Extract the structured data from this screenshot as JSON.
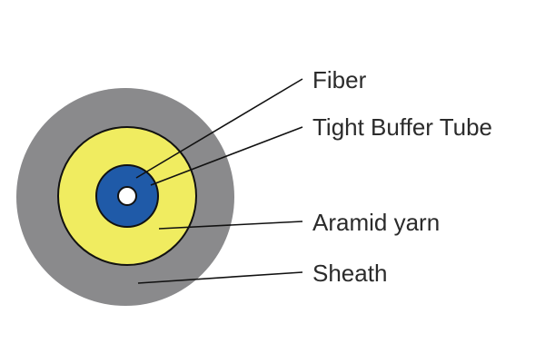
{
  "labels": {
    "fiber": "Fiber",
    "tight_buffer_tube": "Tight Buffer Tube",
    "aramid_yarn": "Aramid yarn",
    "sheath": "Sheath"
  },
  "colors": {
    "sheath": "#8a8a8c",
    "aramid_yarn": "#f0ec60",
    "tight_buffer_tube": "#1f5aa8",
    "fiber": "#ffffff",
    "outline": "#111111",
    "leader": "#111111",
    "text": "#2b2b2b"
  }
}
